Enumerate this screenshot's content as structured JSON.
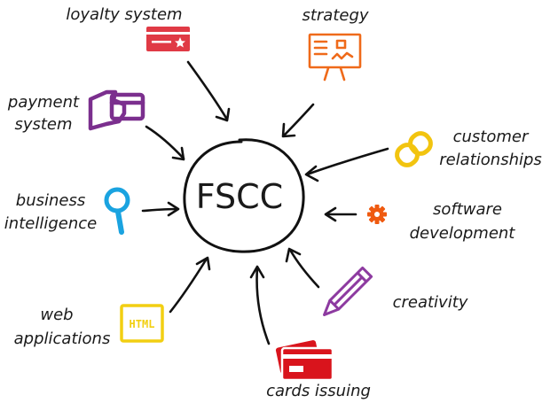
{
  "center": {
    "label": "FSCC"
  },
  "nodes": {
    "loyalty_system": {
      "label": "loyalty system",
      "icon": "loyalty-card-icon",
      "color": "#e03a45"
    },
    "strategy": {
      "label": "strategy",
      "icon": "presentation-board-icon",
      "color": "#ef6a1a"
    },
    "payment_system": {
      "label_lines": [
        "payment",
        "system"
      ],
      "icon": "card-in-hand-icon",
      "color": "#7b2f8e"
    },
    "customer_relationships": {
      "label_lines": [
        "customer",
        "relationships"
      ],
      "icon": "chain-link-icon",
      "color": "#f2c40f"
    },
    "business_intelligence": {
      "label_lines": [
        "business",
        "intelligence"
      ],
      "icon": "magnifier-icon",
      "color": "#1aa3e0"
    },
    "software_development": {
      "label_lines": [
        "software",
        "development"
      ],
      "icon": "gear-icon",
      "color": "#ef5a10"
    },
    "web_applications": {
      "label_lines": [
        "web",
        "applications"
      ],
      "icon": "html-tag-icon",
      "icon_text": "HTML",
      "color": "#f2cf12"
    },
    "creativity": {
      "label": "creativity",
      "icon": "pencil-icon",
      "color": "#8d3aa0"
    },
    "cards_issuing": {
      "label": "cards issuing",
      "icon": "credit-cards-icon",
      "color": "#d9141c"
    }
  }
}
